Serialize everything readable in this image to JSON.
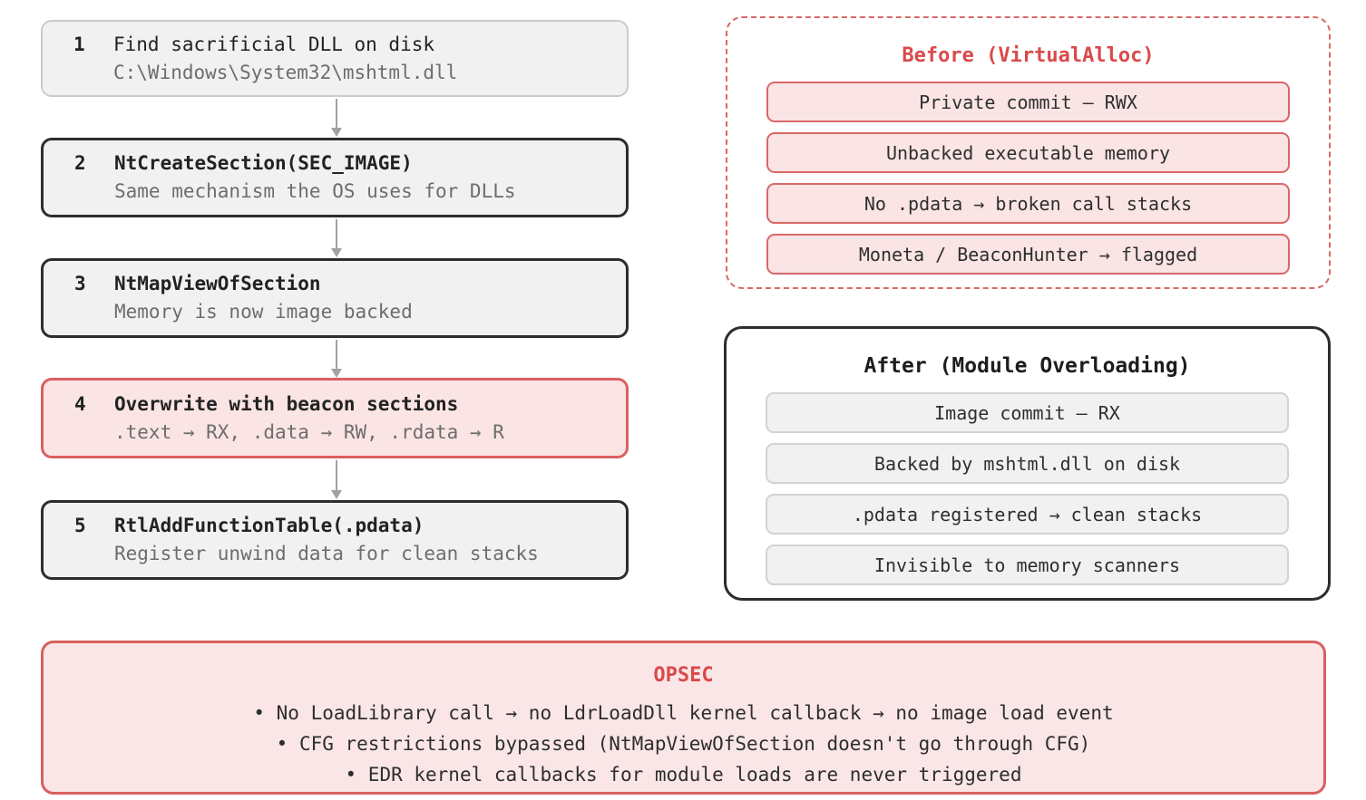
{
  "flow": {
    "steps": [
      {
        "num": "1",
        "title": "Find sacrificial DLL on disk",
        "subtitle": "C:\\Windows\\System32\\mshtml.dll"
      },
      {
        "num": "2",
        "title": "NtCreateSection(SEC_IMAGE)",
        "subtitle": "Same mechanism the OS uses for DLLs"
      },
      {
        "num": "3",
        "title": "NtMapViewOfSection",
        "subtitle": "Memory is now image backed"
      },
      {
        "num": "4",
        "title": "Overwrite with beacon sections",
        "subtitle": ".text → RX, .data → RW, .rdata → R"
      },
      {
        "num": "5",
        "title": "RtlAddFunctionTable(.pdata)",
        "subtitle": "Register unwind data for clean stacks"
      }
    ]
  },
  "before_panel": {
    "title": "Before (VirtualAlloc)",
    "items": [
      "Private commit — RWX",
      "Unbacked executable memory",
      "No .pdata → broken call stacks",
      "Moneta / BeaconHunter → flagged"
    ]
  },
  "after_panel": {
    "title": "After (Module Overloading)",
    "items": [
      "Image commit — RX",
      "Backed by mshtml.dll on disk",
      ".pdata registered → clean stacks",
      "Invisible to memory scanners"
    ]
  },
  "opsec_panel": {
    "title": "OPSEC",
    "bullets": [
      "• No LoadLibrary call → no LdrLoadDll kernel callback → no image load event",
      "• CFG restrictions bypassed (NtMapViewOfSection doesn't go through CFG)",
      "• EDR kernel callbacks for module loads are never triggered"
    ]
  },
  "colors": {
    "accent_red_border": "#d96060",
    "accent_red_text": "#d94a4a",
    "pink_fill": "#fae4e4",
    "gray_fill": "#f1f1f1",
    "dark_border": "#2d2d2d",
    "light_border": "#cbcbcb",
    "subtitle_gray": "#6d6d6d",
    "arrow_gray": "#a2a2a2"
  }
}
